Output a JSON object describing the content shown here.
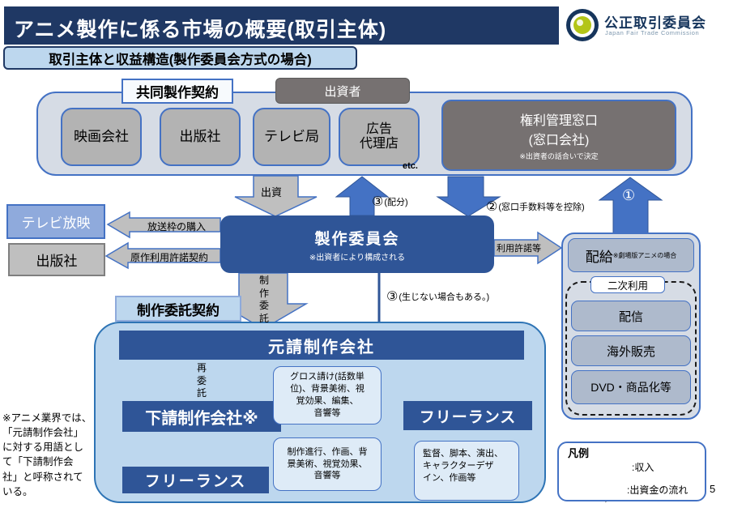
{
  "header": {
    "title": "アニメ製作に係る市場の概要(取引主体)",
    "logo_name": "公正取引委員会",
    "logo_sub": "Japan Fair Trade Commission",
    "page_number": "5"
  },
  "subtitle": "取引主体と収益構造(製作委員会方式の場合)",
  "consortium": {
    "contract_label": "共同製作契約",
    "investor_label": "出資者",
    "members": [
      {
        "label": "映画会社"
      },
      {
        "label": "出版社"
      },
      {
        "label": "テレビ局"
      },
      {
        "label": "広告\n代理店"
      }
    ],
    "etc": "etc.",
    "rights_window": {
      "line1": "権利管理窓口",
      "line2": "(窓口会社)",
      "note": "※出資者の話合いで決定"
    }
  },
  "committee": {
    "title": "製作委員会",
    "note": "※出資者により構成される"
  },
  "left_side": {
    "tv_box": "テレビ放映",
    "publisher_box": "出版社",
    "arrow_tv": "放送枠の購入",
    "arrow_publisher": "原作利用許諾契約"
  },
  "flows": {
    "invest": "出資",
    "num3_top": "③",
    "num3_top_note": "(配分)",
    "num2": "②",
    "num2_note": "(窓口手数料等を控除)",
    "num1": "①",
    "license": "利用許諾等",
    "num3_mid": "③",
    "num3_mid_note": "(生じない場合もある。)",
    "production_consign": "制\n作\n委\n託",
    "re_consign": "再\n委\n託"
  },
  "distribution": {
    "haikyu": "配給",
    "haikyu_note": "※劇場版アニメの場合",
    "secondary_label": "二次利用",
    "items": [
      {
        "label": "配信"
      },
      {
        "label": "海外販売"
      },
      {
        "label": "DVD・商品化等"
      }
    ]
  },
  "production": {
    "contract_label": "制作委託契約",
    "prime": "元請制作会社",
    "subcontract": "下請制作会社※",
    "freelance_left": "フリーランス",
    "freelance_right": "フリーランス",
    "callout_subcontract": "グロス請け(話数単\n位)、背景美術、視\n覚効果、編集、\n音響等",
    "callout_freelance_left": "制作進行、作画、背\n景美術、視覚効果、\n音響等",
    "callout_freelance_right": "監督、脚本、演出、\nキャラクターデザ\nイン、作画等"
  },
  "footnote": "※アニメ業界では、\n「元請制作会社」\nに対する用語とし\nて「下請制作会\n社」と呼称されて\nいる。",
  "legend": {
    "title": "凡例",
    "income": ":収入",
    "investment": ":出資金の流れ"
  },
  "colors": {
    "header_navy": "#1f3864",
    "accent_blue": "#4472c4",
    "dark_blue_box": "#2f5597",
    "light_blue": "#bdd7ee",
    "pale_blue_callout": "#deebf7",
    "blue_gray_container": "#d6dce5",
    "gray_box": "#b3b3b3",
    "dark_gray_box": "#767171",
    "medium_blue_box": "#8faadc",
    "gray_arrow": "#bfbfbf",
    "logo_green": "#b3c517"
  }
}
